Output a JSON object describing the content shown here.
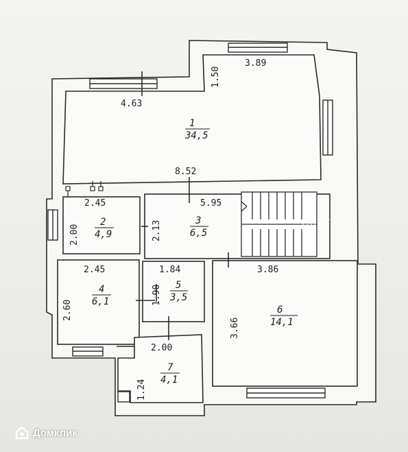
{
  "rooms": [
    {
      "num": "1",
      "area": "34,5"
    },
    {
      "num": "2",
      "area": "4,9"
    },
    {
      "num": "3",
      "area": "6,5"
    },
    {
      "num": "4",
      "area": "6,1"
    },
    {
      "num": "5",
      "area": "3,5"
    },
    {
      "num": "6",
      "area": "14,1"
    },
    {
      "num": "7",
      "area": "4,1"
    }
  ],
  "dimensions": {
    "top_right_width": "3.89",
    "top_right_step": "1.50",
    "top_left_width": "4.63",
    "room1_width": "8.52",
    "room2_width": "2.45",
    "room2_height": "2.00",
    "room3_width": "5.95",
    "room3_height": "2.13",
    "room4_width": "2.45",
    "room4_height": "2.60",
    "room5_width": "1.84",
    "room5_height": "1.90",
    "room6_width": "3.86",
    "room6_height": "3.66",
    "room7_width": "2.00",
    "room7_height": "1.24"
  },
  "watermark": {
    "text": "ОЛЭТ"
  },
  "brand": {
    "name": "Домклик"
  },
  "colors": {
    "wall_fill": "#f7f7f4",
    "line": "#2a2a2a",
    "background": "#eeeeea"
  }
}
